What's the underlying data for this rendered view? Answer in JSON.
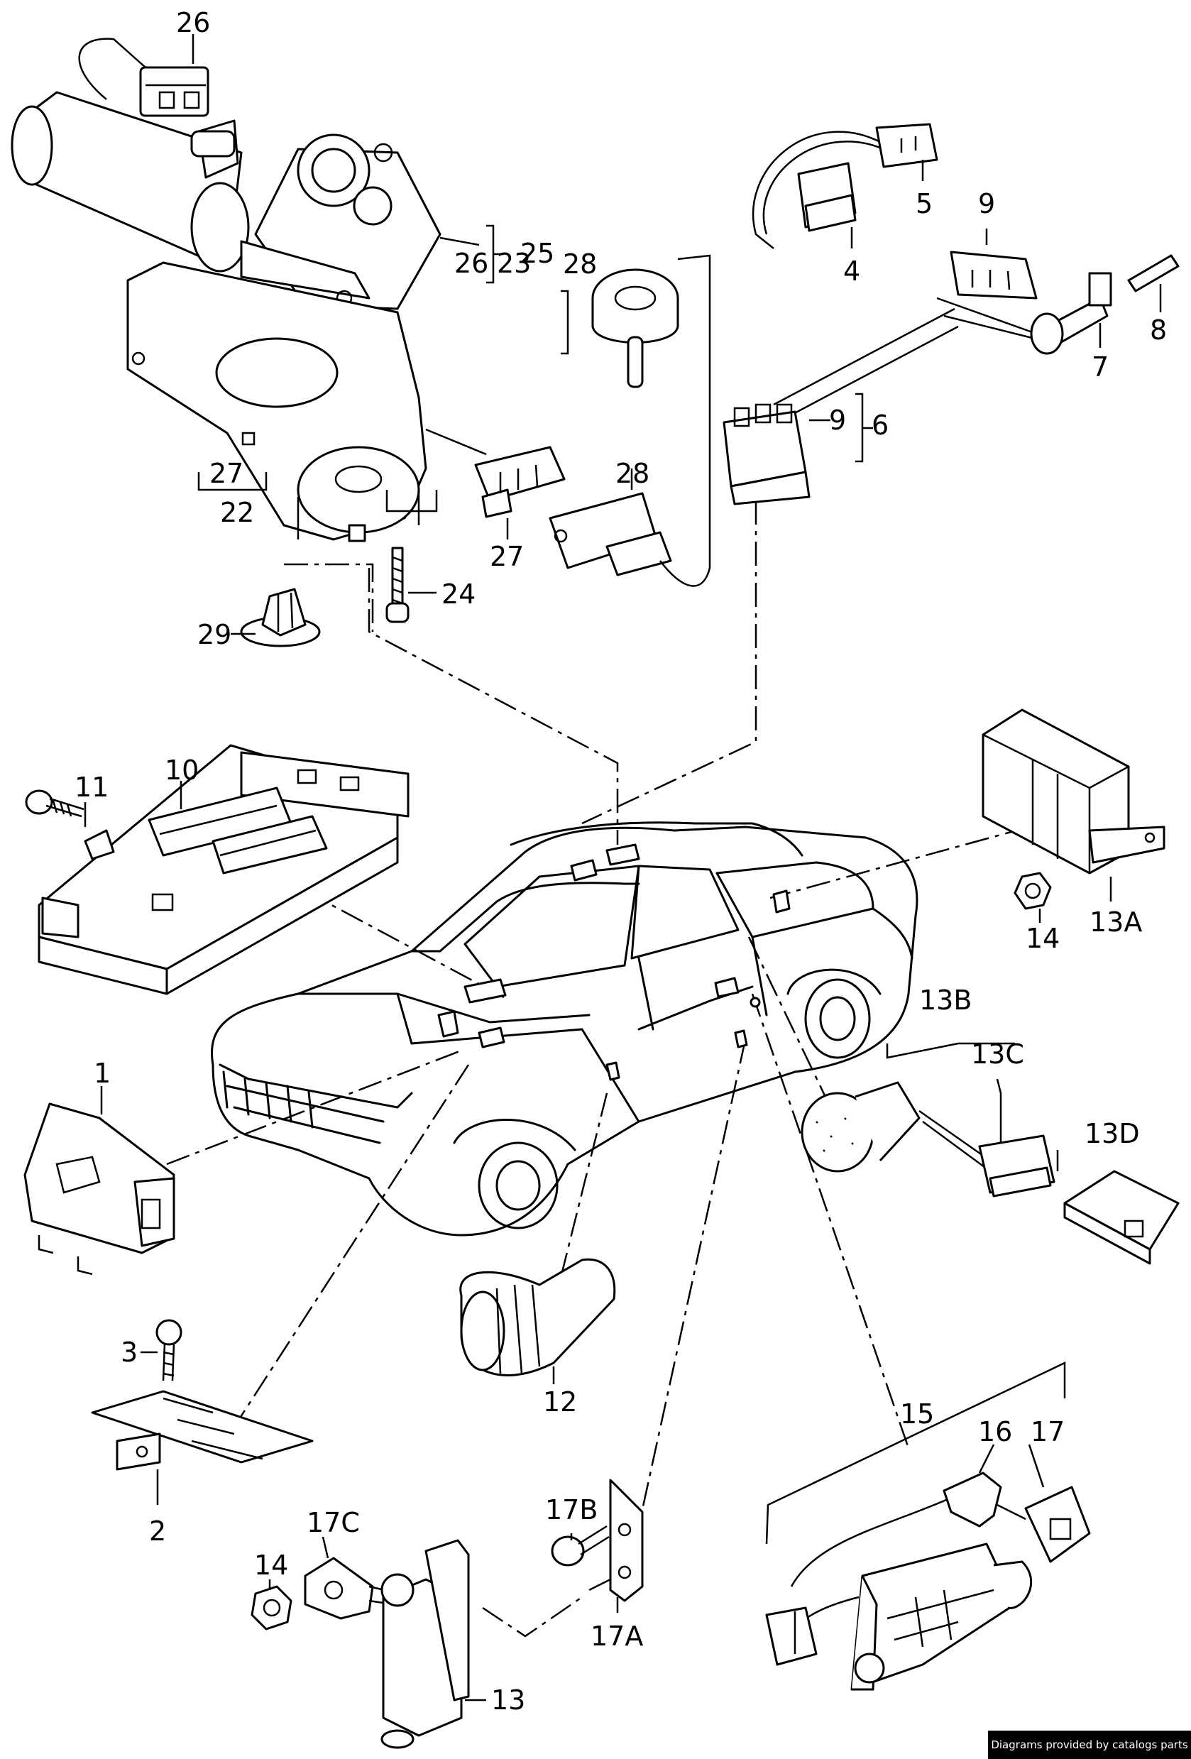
{
  "labels": {
    "l1": "1",
    "l2": "2",
    "l3": "3",
    "l4": "4",
    "l5": "5",
    "l6": "6",
    "l7": "7",
    "l8": "8",
    "l9a": "9",
    "l9b": "9",
    "l10": "10",
    "l11": "11",
    "l12": "12",
    "l13": "13",
    "l13a": "13A",
    "l13b": "13B",
    "l13c": "13C",
    "l13d": "13D",
    "l14a": "14",
    "l14b": "14",
    "l15": "15",
    "l16": "16",
    "l17": "17",
    "l17a": "17A",
    "l17b": "17B",
    "l17c": "17C",
    "l22": "22",
    "l23": "23",
    "l24": "24",
    "l25": "25",
    "l26a": "26",
    "l26b": "26",
    "l27a": "27",
    "l27b": "27",
    "l28a": "28",
    "l28b": "28",
    "l29": "29"
  },
  "credit": "Diagrams provided by catalogs parts"
}
